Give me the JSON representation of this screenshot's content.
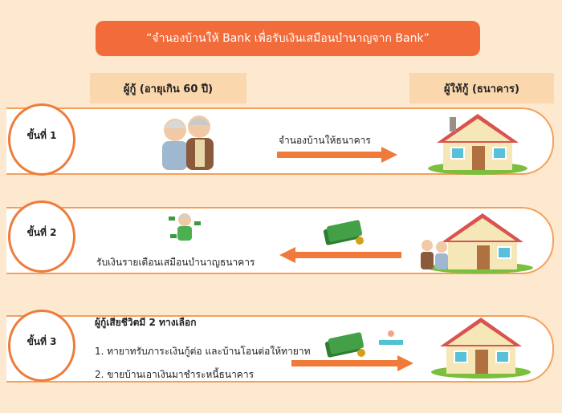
{
  "title": "“จำนองบ้านให้ Bank เพื่อรับเงินเสมือนบำนาญจาก Bank”",
  "headers": {
    "borrower": "ผู้กู้ (อายุเกิน 60 ปี)",
    "lender": "ผู้ให้กู้ (ธนาคาร)"
  },
  "steps": [
    {
      "label": "ขั้นที่ 1",
      "text": "จำนองบ้านให้ธนาคาร"
    },
    {
      "label": "ขั้นที่ 2",
      "text": "รับเงินรายเดือนเสมือนบำนาญธนาคาร"
    },
    {
      "label": "ขั้นที่ 3",
      "heading": "ผู้กู้เสียชีวิตมี 2 ทางเลือก",
      "option1": "1. ทายาทรับภาระเงินกู้ต่อ และบ้านโอนต่อให้ทายาท",
      "option2": "2. ขายบ้านเอาเงินมาชำระหนี้ธนาคาร"
    }
  ],
  "colors": {
    "background": "#fde9cf",
    "title_bg": "#f26b3a",
    "header_bg": "#fbd7ae",
    "accent": "#ee7c3c"
  },
  "icons": [
    "elderly-couple-icon",
    "house-icon",
    "money-stack-icon",
    "elderly-woman-money-icon",
    "arrow-right-icon",
    "arrow-left-icon"
  ]
}
